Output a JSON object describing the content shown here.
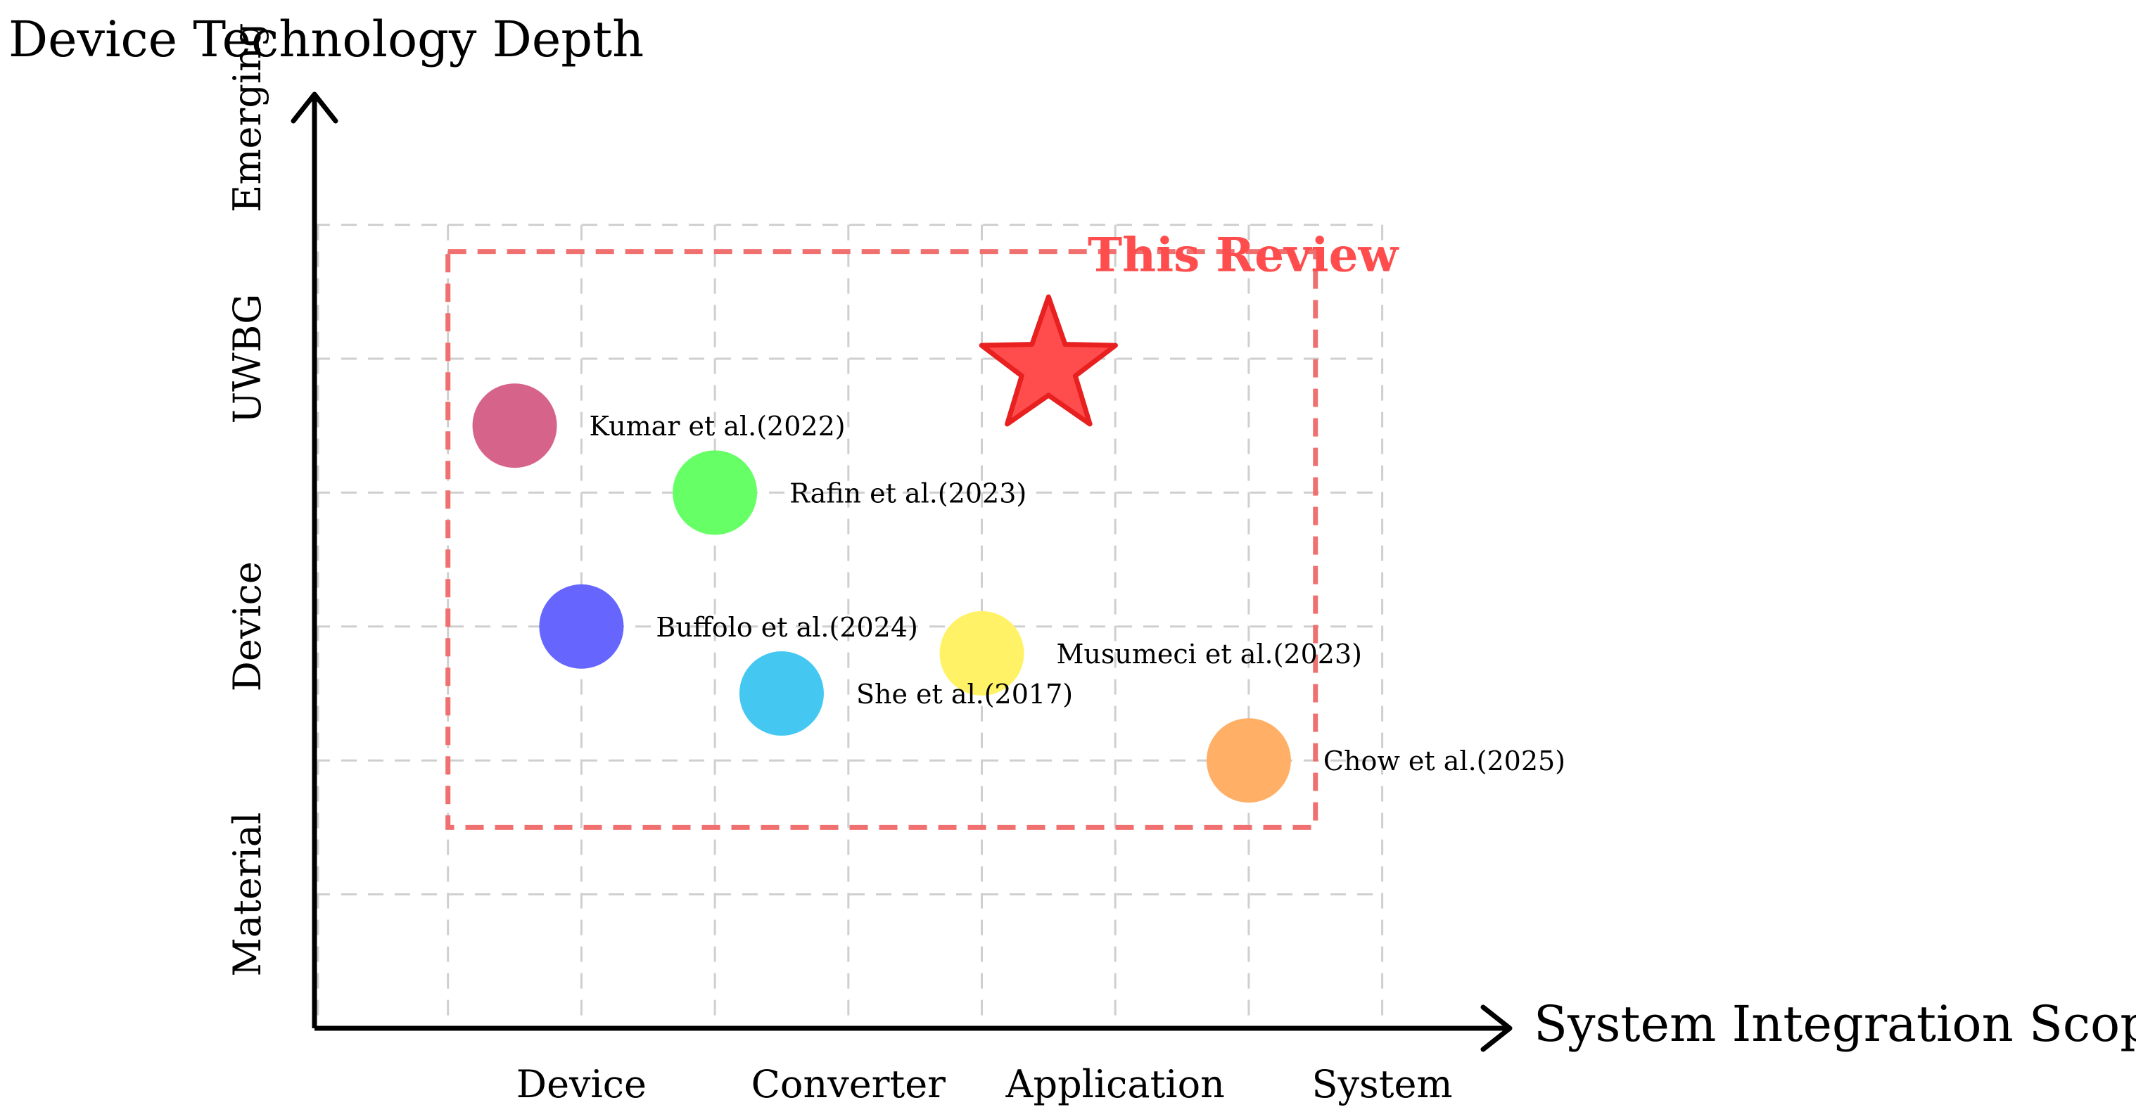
{
  "chart_data": {
    "type": "scatter",
    "title": "",
    "xlabel": "System Integration Scope",
    "ylabel": "Device Technology Depth",
    "x_tick_labels": [
      {
        "label": "Device",
        "x": 2
      },
      {
        "label": "Converter",
        "x": 4
      },
      {
        "label": "Application",
        "x": 6
      },
      {
        "label": "System",
        "x": 8
      }
    ],
    "y_tick_labels": [
      {
        "label": "Material",
        "y": 1
      },
      {
        "label": "Device",
        "y": 3
      },
      {
        "label": "UWBG",
        "y": 5
      },
      {
        "label": "Emerging",
        "y": 6.8
      }
    ],
    "xlim": [
      0,
      8
    ],
    "ylim": [
      0,
      6
    ],
    "grid": true,
    "points": [
      {
        "label": "Kumar et al.(2022)",
        "x": 1.5,
        "y": 4.5,
        "color": "#d6648a"
      },
      {
        "label": "Rafin et al.(2023)",
        "x": 3.0,
        "y": 4.0,
        "color": "#66ff66"
      },
      {
        "label": "Buffolo et al.(2024)",
        "x": 2.0,
        "y": 3.0,
        "color": "#6666ff"
      },
      {
        "label": "She et al.(2017)",
        "x": 3.5,
        "y": 2.5,
        "color": "#44c8f2"
      },
      {
        "label": "Musumeci et al.(2023)",
        "x": 5.0,
        "y": 2.8,
        "color": "#fff266"
      },
      {
        "label": "Chow et al.(2025)",
        "x": 7.0,
        "y": 2.0,
        "color": "#ffb066"
      }
    ],
    "highlight": {
      "label": "This Review",
      "star_x": 5.5,
      "star_y": 5.0,
      "box_x": [
        1.0,
        7.5
      ],
      "box_y": [
        1.5,
        5.8
      ],
      "color": "#ff4d4d"
    }
  }
}
